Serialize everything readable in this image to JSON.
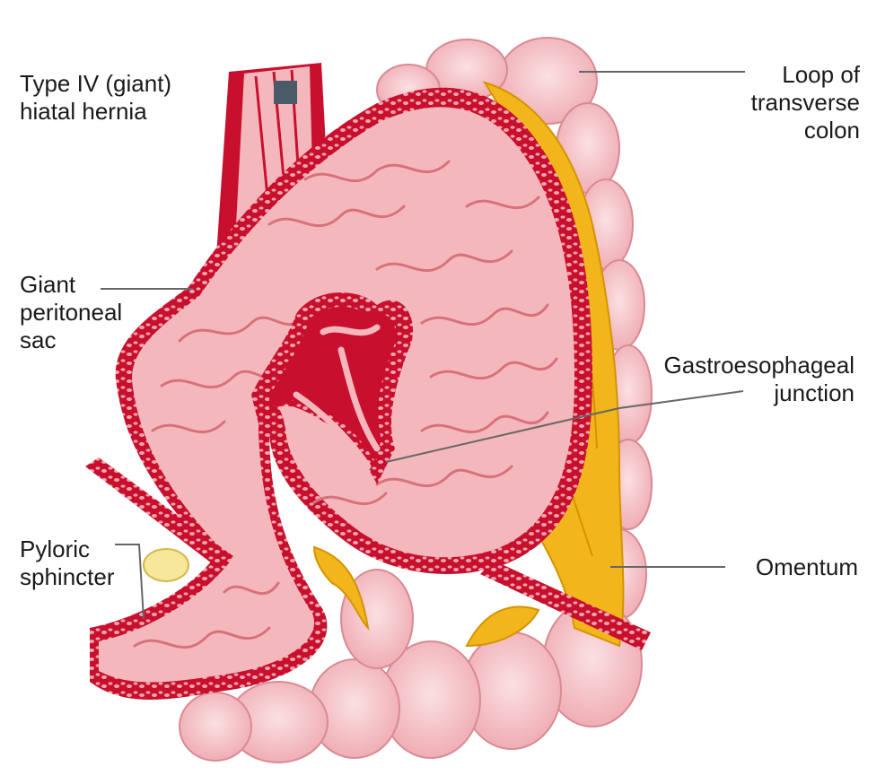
{
  "labels": {
    "type4": [
      "Type IV (giant)",
      "hiatal hernia"
    ],
    "sac": [
      "Giant",
      "peritoneal",
      "sac"
    ],
    "pyloric": [
      "Pyloric",
      "sphincter"
    ],
    "colon": [
      "Loop of",
      "transverse",
      "colon"
    ],
    "ge": [
      "Gastroesophageal",
      "junction"
    ],
    "omentum": [
      "Omentum"
    ]
  },
  "colors": {
    "muscle_red": "#c8102e",
    "mucosa_pink": "#f4b8bc",
    "colon_pink": "#f7c6cc",
    "fat_yellow": "#f2b51c",
    "leader_gray": "#666666"
  }
}
